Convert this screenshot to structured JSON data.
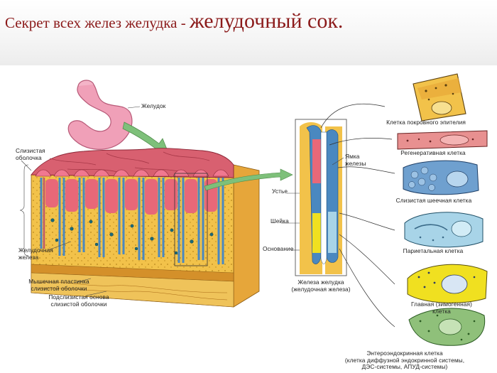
{
  "slide": {
    "title_part1": "Секрет всех желез желудка - ",
    "title_part2": "желудочный сок."
  },
  "labels": {
    "stomach": "Желудок",
    "mucosa_l1": "Слизистая",
    "mucosa_l2": "оболочка",
    "gastric_gland_l1": "Желудочная",
    "gastric_gland_l2": "железа",
    "muscularis_l1": "Мышечная пластинка",
    "muscularis_l2": "слизистой оболочки",
    "submucosa_l1": "Подслизистая основа",
    "submucosa_l2": "слизистой оболочки",
    "pit_l1": "Ямка",
    "pit_l2": "железы",
    "mouth": "Устье",
    "neck": "Шейка",
    "base": "Основание",
    "gland_caption_l1": "Железа желудка",
    "gland_caption_l2": "(желудочная железа)"
  },
  "cells": [
    {
      "label_l1": "Клетка покровного эпителия",
      "label_l2": "",
      "label_l3": "",
      "color": "#f2c24a"
    },
    {
      "label_l1": "Регенеративная клетка",
      "label_l2": "",
      "label_l3": "",
      "color": "#e89090"
    },
    {
      "label_l1": "Слизистая шеечная клетка",
      "label_l2": "",
      "label_l3": "",
      "color": "#6fa0cf"
    },
    {
      "label_l1": "Париетальная клетка",
      "label_l2": "",
      "label_l3": "",
      "color": "#a8d4e8"
    },
    {
      "label_l1": "Главная (зимогенная)",
      "label_l2": "клетка",
      "label_l3": "",
      "color": "#f0e020"
    },
    {
      "label_l1": "Энтероэндокринная клетка",
      "label_l2": "(клетка диффузной эндокринной системы,",
      "label_l3": "ДЭС-системы, АПУД-системы)",
      "color": "#8fc07a"
    }
  ],
  "colors": {
    "title": "#8b1a1a",
    "stomach": "#f0a0b8",
    "mucosa_surface": "#d86070",
    "gland_tissue": "#f2c24a",
    "gland_cells_blue": "#4a88c0",
    "arrow_green": "#7ec07a"
  }
}
